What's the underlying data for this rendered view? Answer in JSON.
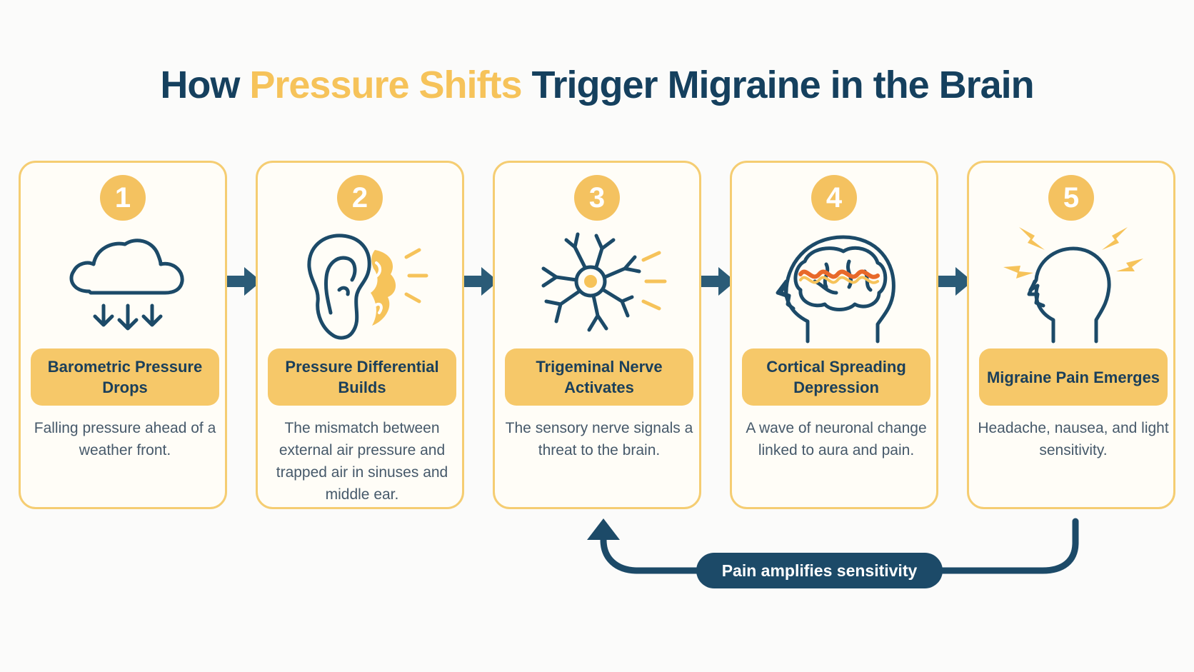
{
  "title": {
    "part1": "How ",
    "highlight": "Pressure Shifts",
    "part2": " Trigger Migraine in the Brain"
  },
  "steps": [
    {
      "number": "1",
      "icon": "rain-cloud-icon",
      "label": "Barometric Pressure Drops",
      "description": "Falling pressure ahead of a weather front."
    },
    {
      "number": "2",
      "icon": "ear-sinus-icon",
      "label": "Pressure Differential Builds",
      "description": "The mismatch between external air pressure and trapped air in sinuses and middle ear."
    },
    {
      "number": "3",
      "icon": "neuron-icon",
      "label": "Trigeminal Nerve Activates",
      "description": "The sensory nerve signals a threat to the brain."
    },
    {
      "number": "4",
      "icon": "brain-wave-icon",
      "label": "Cortical Spreading Depression",
      "description": "A wave of neuronal change linked to aura and pain."
    },
    {
      "number": "5",
      "icon": "head-pain-icon",
      "label": "Migraine Pain Emerges",
      "description": "Headache, nausea, and light sensitivity."
    }
  ],
  "feedback_loop": {
    "label": "Pain amplifies sensitivity"
  },
  "colors": {
    "navy": "#15405e",
    "accent": "#f6c35a",
    "card_border": "#f5cd72",
    "arrow": "#2b5b77",
    "wave": "#e8692a"
  }
}
